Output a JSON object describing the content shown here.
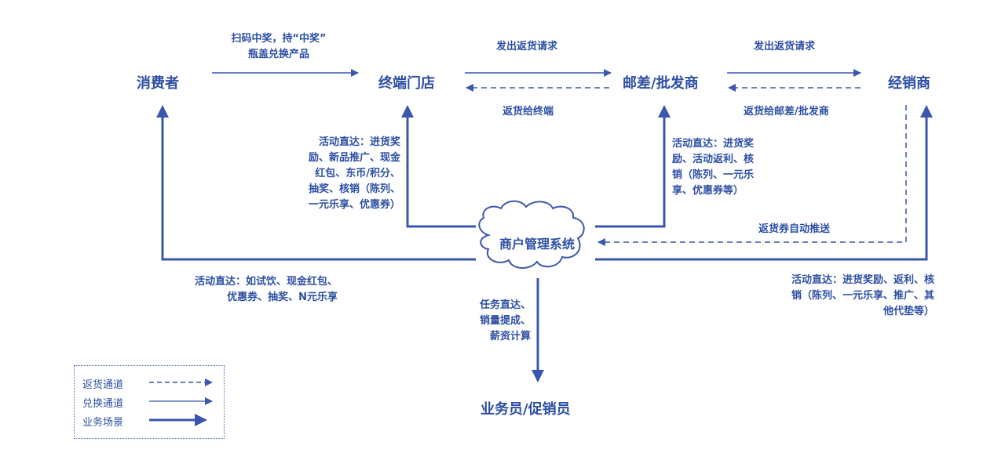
{
  "nodes": {
    "consumer": "消费者",
    "terminal_store": "终端门店",
    "postal_wholesaler": "邮差/批发商",
    "distributor": "经销商",
    "system": "商户管理系统",
    "salesperson": "业务员/促销员"
  },
  "edges": {
    "consumer_to_store": [
      "扫码中奖，持“中奖”",
      "瓶盖兑换产品"
    ],
    "store_to_wholesaler": "发出返货请求",
    "wholesaler_to_store": "返货给终端",
    "wholesaler_to_distributor": "发出返货请求",
    "distributor_to_wholesaler": "返货给邮差/批发商",
    "distributor_to_system": "返货券自动推送"
  },
  "annotations": {
    "store_activity": [
      "活动直达：进货奖",
      "励、新品推广、现金",
      "红包、东币/积分、",
      "抽奖、核销（陈列、",
      "一元乐享、优惠券）"
    ],
    "wholesaler_activity": [
      "活动直达：进货奖",
      "励、活动返利、核",
      "销（陈列、一元乐",
      "享、优惠券等）"
    ],
    "consumer_activity": [
      "活动直达：如试饮、现金红包、",
      "优惠券、抽奖、N元乐享"
    ],
    "distributor_activity": [
      "活动直达：进货奖励、返利、核",
      "销（陈列、一元乐享、推广、其",
      "他代垫等）"
    ],
    "salesperson_activity": [
      "任务直达、",
      "销量提成、",
      "薪资计算"
    ]
  },
  "legend": {
    "items": [
      {
        "label": "返货通道",
        "style": "dashed"
      },
      {
        "label": "兑换通道",
        "style": "thin"
      },
      {
        "label": "业务场景",
        "style": "thick"
      }
    ]
  },
  "colors": {
    "primary": "#2d4fa3",
    "line": "#3a56ad"
  }
}
